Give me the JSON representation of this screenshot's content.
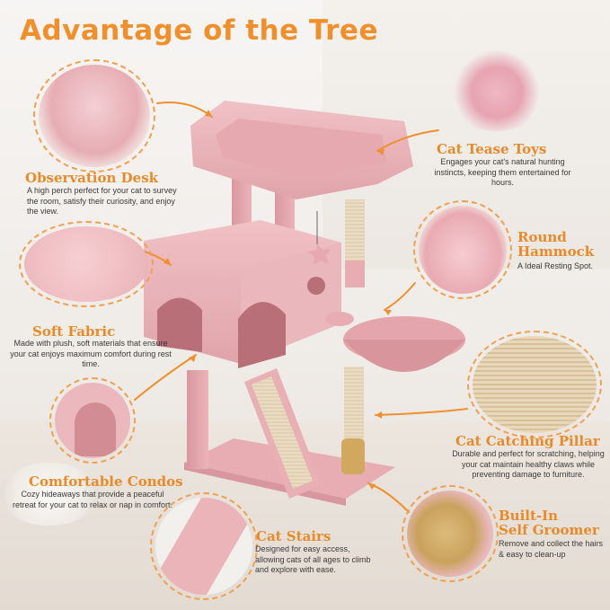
{
  "title": "Advantage of the Tree",
  "colors": {
    "accent": "#f0902c",
    "pink": "#e8aab0",
    "sisal": "#e9dcc4"
  },
  "features": [
    {
      "id": "observation-desk",
      "label": "Observation Desk",
      "desc": "A high perch perfect for your cat to survey the room, satisfy their curiosity, and enjoy the view."
    },
    {
      "id": "soft-fabric",
      "label": "Soft Fabric",
      "desc": "Made with plush, soft materials that ensure your cat enjoys maximum comfort during rest time."
    },
    {
      "id": "comfortable-condos",
      "label": "Comfortable Condos",
      "desc": "Cozy hideaways that provide a peaceful retreat for your cat to relax or nap in comfort."
    },
    {
      "id": "cat-stairs",
      "label": "Cat Stairs",
      "desc": "Designed for easy access, allowing cats of all ages to climb and explore with ease."
    },
    {
      "id": "cat-tease-toys",
      "label": "Cat Tease Toys",
      "desc": "Engages your cat's natural hunting instincts, keeping them entertained for hours."
    },
    {
      "id": "round-hammock",
      "label_line1": "Round",
      "label_line2": "Hammock",
      "desc": "A Ideal Resting Spot."
    },
    {
      "id": "cat-catching-pillar",
      "label": "Cat Catching Pillar",
      "desc": "Durable and perfect for scratching, helping your cat maintain healthy claws while preventing damage to furniture."
    },
    {
      "id": "self-groomer",
      "label_line1": "Built-In",
      "label_line2": "Self Groomer",
      "desc": "Remove and collect the hairs & easy to clean-up"
    }
  ]
}
